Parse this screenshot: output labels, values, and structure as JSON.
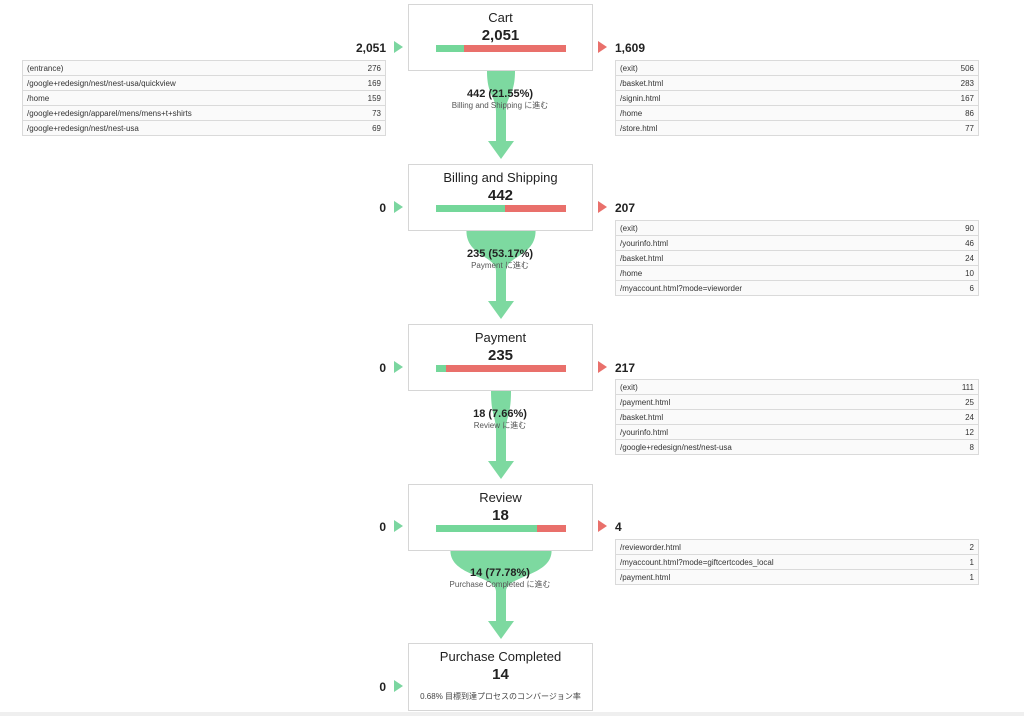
{
  "colors": {
    "green": "#74d79a",
    "red": "#e9706b",
    "arrow": "#7dd9a0"
  },
  "stages": [
    {
      "name": "Cart",
      "count": "2,051",
      "green_fraction": 0.2155,
      "entries": "2,051",
      "exits": "1,609",
      "entry_sources": [
        {
          "path": "(entrance)",
          "count": "276"
        },
        {
          "path": "/google+redesign/nest/nest-usa/quickview",
          "count": "169"
        },
        {
          "path": "/home",
          "count": "159"
        },
        {
          "path": "/google+redesign/apparel/mens/mens+t+shirts",
          "count": "73"
        },
        {
          "path": "/google+redesign/nest/nest-usa",
          "count": "69"
        }
      ],
      "exit_destinations": [
        {
          "path": "(exit)",
          "count": "506"
        },
        {
          "path": "/basket.html",
          "count": "283"
        },
        {
          "path": "/signin.html",
          "count": "167"
        },
        {
          "path": "/home",
          "count": "86"
        },
        {
          "path": "/store.html",
          "count": "77"
        }
      ]
    },
    {
      "name": "Billing and Shipping",
      "count": "442",
      "green_fraction": 0.5317,
      "entries": "0",
      "exits": "207",
      "exit_destinations": [
        {
          "path": "(exit)",
          "count": "90"
        },
        {
          "path": "/yourinfo.html",
          "count": "46"
        },
        {
          "path": "/basket.html",
          "count": "24"
        },
        {
          "path": "/home",
          "count": "10"
        },
        {
          "path": "/myaccount.html?mode=vieworder",
          "count": "6"
        }
      ]
    },
    {
      "name": "Payment",
      "count": "235",
      "green_fraction": 0.0766,
      "entries": "0",
      "exits": "217",
      "exit_destinations": [
        {
          "path": "(exit)",
          "count": "111"
        },
        {
          "path": "/payment.html",
          "count": "25"
        },
        {
          "path": "/basket.html",
          "count": "24"
        },
        {
          "path": "/yourinfo.html",
          "count": "12"
        },
        {
          "path": "/google+redesign/nest/nest-usa",
          "count": "8"
        }
      ]
    },
    {
      "name": "Review",
      "count": "18",
      "green_fraction": 0.7778,
      "entries": "0",
      "exits": "4",
      "exit_destinations": [
        {
          "path": "/revieworder.html",
          "count": "2"
        },
        {
          "path": "/myaccount.html?mode=giftcertcodes_local",
          "count": "1"
        },
        {
          "path": "/payment.html",
          "count": "1"
        }
      ]
    },
    {
      "name": "Purchase Completed",
      "count": "14",
      "entries": "0",
      "conversion_note": "0.68% 目標到達プロセスのコンバージョン率"
    }
  ],
  "flows": [
    {
      "value": "442 (21.55%)",
      "label": "Billing and Shipping に進む"
    },
    {
      "value": "235 (53.17%)",
      "label": "Payment に進む"
    },
    {
      "value": "18 (7.66%)",
      "label": "Review に進む"
    },
    {
      "value": "14 (77.78%)",
      "label": "Purchase Completed に進む"
    }
  ]
}
